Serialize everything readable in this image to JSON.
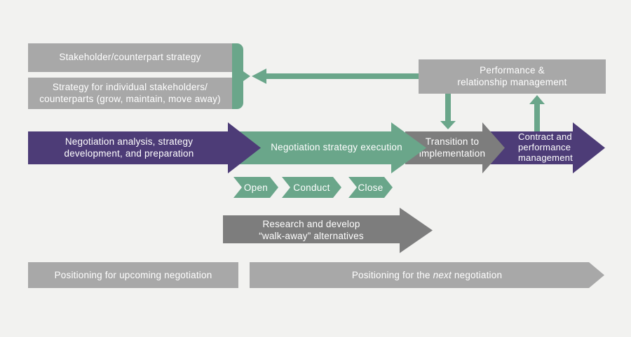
{
  "colors": {
    "background": "#f2f2f0",
    "box_gray": "#a8a8a8",
    "arrow_dark_gray": "#7d7d7d",
    "green": "#6aa68a",
    "purple": "#4d3c77",
    "text": "#ffffff"
  },
  "top_section": {
    "stakeholder_box": {
      "label": "Stakeholder/counterpart strategy"
    },
    "individual_box": {
      "line1": "Strategy for individual stakeholders/",
      "line2": "counterparts (grow, maintain, move away)"
    },
    "performance_box": {
      "line1": "Performance &",
      "line2": "relationship management"
    }
  },
  "main_flow": {
    "analysis": {
      "line1": "Negotiation analysis, strategy",
      "line2": "development, and preparation"
    },
    "execution": {
      "label": "Negotiation strategy execution"
    },
    "transition": {
      "line1": "Transition to",
      "line2": "implementation"
    },
    "contract": {
      "line1": "Contract and",
      "line2": "performance",
      "line3": "management"
    }
  },
  "phases": {
    "open": "Open",
    "conduct": "Conduct",
    "close": "Close"
  },
  "research_arrow": {
    "line1": "Research and develop",
    "line2": "“walk-away” alternatives"
  },
  "bottom_section": {
    "upcoming_bar": {
      "label": "Positioning for upcoming negotiation"
    },
    "next_bar": {
      "prefix": "Positioning for the ",
      "italic": "next",
      "suffix": " negotiation"
    }
  }
}
